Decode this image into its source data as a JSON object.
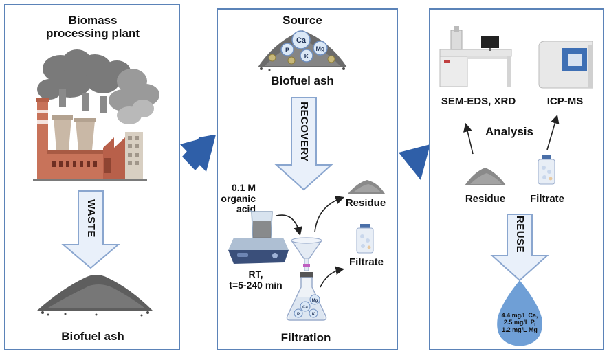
{
  "panel1": {
    "title": "Biomass\nprocessing plant",
    "arrow_label": "WASTE",
    "bottom_label": "Biofuel ash"
  },
  "panel2": {
    "source_label": "Source",
    "ash_label": "Biofuel ash",
    "elements": [
      "Ca",
      "P",
      "K",
      "Mg"
    ],
    "arrow_label": "RECOVERY",
    "acid_label": "0.1 M\norganic\nacid",
    "conditions_label": "RT,\nt=5-240 min",
    "residue_label": "Residue",
    "filtrate_label": "Filtrate",
    "bottom_label": "Filtration",
    "flask_elements": [
      "Mg",
      "Ca",
      "P",
      "K"
    ]
  },
  "panel3": {
    "instrument1_label": "SEM-EDS, XRD",
    "instrument2_label": "ICP-MS",
    "analysis_label": "Analysis",
    "residue_label": "Residue",
    "filtrate_label": "Filtrate",
    "arrow_label": "REUSE",
    "drop_text": "4.4 mg/L Ca,\n2.5 mg/L P,\n1.2 mg/L Mg"
  },
  "colors": {
    "panel_border": "#5b83b8",
    "big_arrow": "#2f5fa8",
    "hollow_arrow_fill": "#e9f0fa",
    "hollow_arrow_stroke": "#8aa6cf",
    "drop": "#6f9fd6",
    "ash": "#6b6b6b",
    "smoke": "#7a7a7a",
    "brick": "#c8735a"
  }
}
